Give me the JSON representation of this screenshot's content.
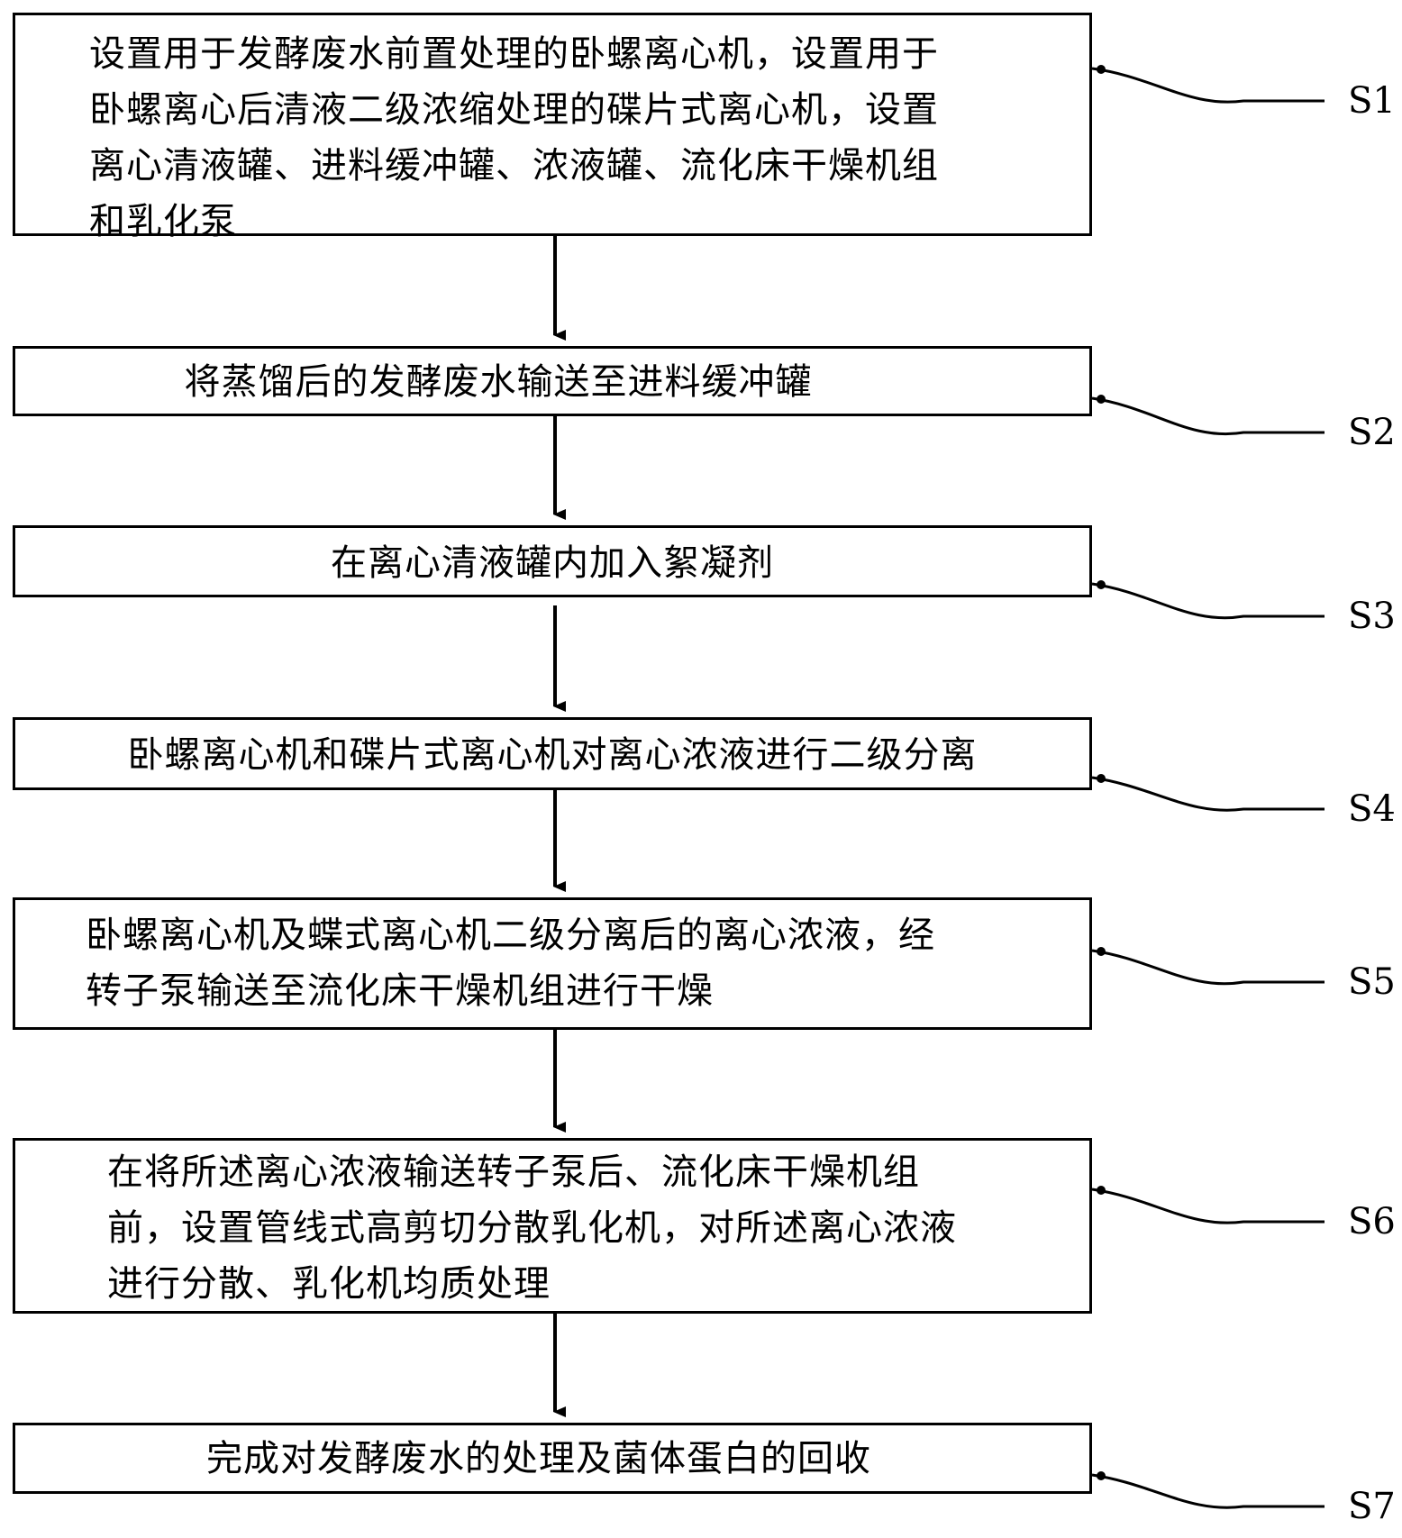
{
  "steps": [
    {
      "label": "S1",
      "lines": [
        "设置用于发酵废水前置处理的卧螺离心机，设置用于",
        "卧螺离心后清液二级浓缩处理的碟片式离心机，设置",
        "离心清液罐、进料缓冲罐、浓液罐、流化床干燥机组",
        "和乳化泵"
      ]
    },
    {
      "label": "S2",
      "lines": [
        "将蒸馏后的发酵废水输送至进料缓冲罐"
      ]
    },
    {
      "label": "S3",
      "lines": [
        "在离心清液罐内加入絮凝剂"
      ]
    },
    {
      "label": "S4",
      "lines": [
        "卧螺离心机和碟片式离心机对离心浓液进行二级分离"
      ]
    },
    {
      "label": "S5",
      "lines": [
        "卧螺离心机及蝶式离心机二级分离后的离心浓液，经",
        "转子泵输送至流化床干燥机组进行干燥"
      ]
    },
    {
      "label": "S6",
      "lines": [
        "在将所述离心浓液输送转子泵后、流化床干燥机组",
        "前，设置管线式高剪切分散乳化机，对所述离心浓液",
        "进行分散、乳化机均质处理"
      ]
    },
    {
      "label": "S7",
      "lines": [
        "完成对发酵废水的处理及菌体蛋白的回收"
      ]
    }
  ]
}
